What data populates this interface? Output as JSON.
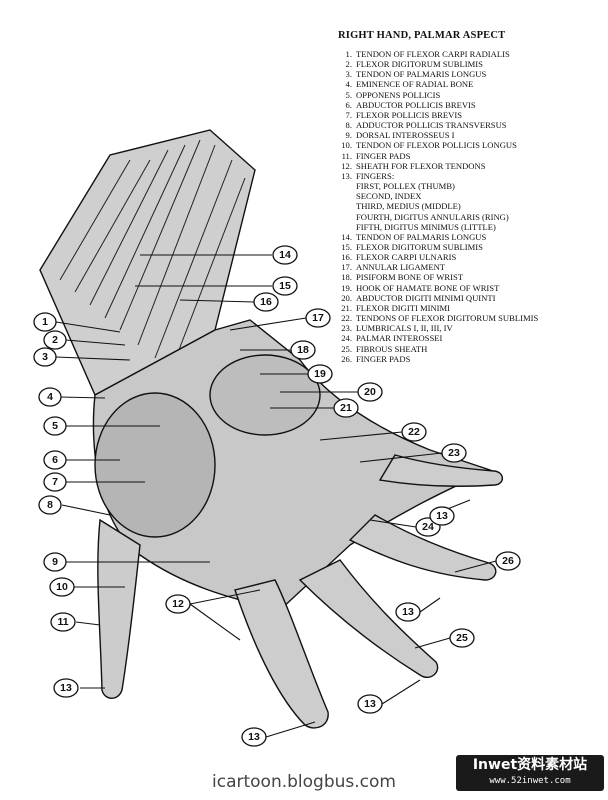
{
  "legend": {
    "title": "RIGHT HAND, PALMAR ASPECT",
    "items": [
      {
        "num": "1.",
        "text": "TENDON OF FLEXOR CARPI RADIALIS"
      },
      {
        "num": "2.",
        "text": "FLEXOR DIGITORUM SUBLIMIS"
      },
      {
        "num": "3.",
        "text": "TENDON OF PALMARIS LONGUS"
      },
      {
        "num": "4.",
        "text": "EMINENCE OF RADIAL BONE"
      },
      {
        "num": "5.",
        "text": "OPPONENS POLLICIS"
      },
      {
        "num": "6.",
        "text": "ABDUCTOR POLLICIS BREVIS"
      },
      {
        "num": "7.",
        "text": "FLEXOR POLLICIS BREVIS"
      },
      {
        "num": "8.",
        "text": "ADDUCTOR POLLICIS TRANSVERSUS"
      },
      {
        "num": "9.",
        "text": "DORSAL INTEROSSEUS I"
      },
      {
        "num": "10.",
        "text": "TENDON OF FLEXOR POLLICIS LONGUS"
      },
      {
        "num": "11.",
        "text": "FINGER PADS"
      },
      {
        "num": "12.",
        "text": "SHEATH FOR FLEXOR TENDONS"
      },
      {
        "num": "13.",
        "text": "FINGERS:"
      }
    ],
    "fingers": [
      "FIRST, POLLEX (THUMB)",
      "SECOND, INDEX",
      "THIRD, MEDIUS (MIDDLE)",
      "FOURTH, DIGITUS ANNULARIS (RING)",
      "FIFTH, DIGITUS MINIMUS (LITTLE)"
    ],
    "items_after": [
      {
        "num": "14.",
        "text": "TENDON OF PALMARIS LONGUS"
      },
      {
        "num": "15.",
        "text": "FLEXOR DIGITORUM SUBLIMIS"
      },
      {
        "num": "16.",
        "text": "FLEXOR CARPI ULNARIS"
      },
      {
        "num": "17.",
        "text": "ANNULAR LIGAMENT"
      },
      {
        "num": "18.",
        "text": "PISIFORM BONE OF WRIST"
      },
      {
        "num": "19.",
        "text": "HOOK OF HAMATE BONE OF WRIST"
      },
      {
        "num": "20.",
        "text": "ABDUCTOR DIGITI MINIMI QUINTI"
      },
      {
        "num": "21.",
        "text": "FLEXOR DIGITI MINIMI"
      },
      {
        "num": "22.",
        "text": "TENDONS OF FLEXOR DIGITORUM SUBLIMIS"
      },
      {
        "num": "23.",
        "text": "LUMBRICALS I, II, III, IV"
      },
      {
        "num": "24.",
        "text": "PALMAR INTEROSSEI"
      },
      {
        "num": "25.",
        "text": "FIBROUS SHEATH"
      },
      {
        "num": "26.",
        "text": "FINGER PADS"
      }
    ]
  },
  "callouts": [
    "1",
    "2",
    "3",
    "4",
    "5",
    "6",
    "7",
    "8",
    "9",
    "10",
    "11",
    "12",
    "13",
    "13",
    "13",
    "13",
    "14",
    "15",
    "16",
    "17",
    "18",
    "19",
    "20",
    "21",
    "22",
    "23",
    "24",
    "13",
    "26",
    "13",
    "25",
    "13"
  ],
  "footer": {
    "credit": "icartoon.blogbus.com",
    "watermark_brand": "Inwet资料素材站",
    "watermark_site": "www.52inwet.com"
  }
}
